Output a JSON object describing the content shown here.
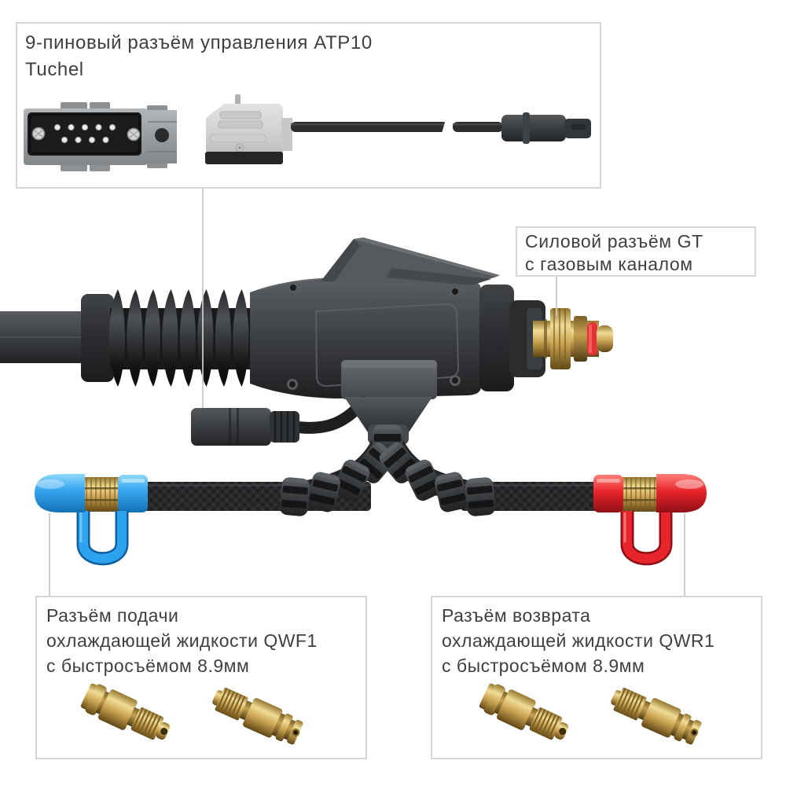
{
  "callouts": {
    "control_connector": {
      "label_lines": [
        "9-пиновый разъём управления ATP10",
        "Tuchel"
      ]
    },
    "power_connector": {
      "label_lines": [
        "Силовой разъём GT",
        "с газовым каналом"
      ]
    },
    "coolant_supply": {
      "label_lines": [
        "Разъём подачи",
        "охлаждающей жидкости QWF1",
        "с быстросъёмом 8.9мм"
      ]
    },
    "coolant_return": {
      "label_lines": [
        "Разъём возврата",
        "охлаждающей жидкости QWR1",
        "с быстросъёмом 8.9мм"
      ]
    }
  },
  "colors": {
    "background": "#ffffff",
    "callout_border": "#d6d6d6",
    "leader_line": "#c8c8c8",
    "text": "#3c4043",
    "supply_accent": "#2da2ee",
    "return_accent": "#e8242b",
    "brass": "#d4b163",
    "torch_body": "#3a3d41"
  }
}
